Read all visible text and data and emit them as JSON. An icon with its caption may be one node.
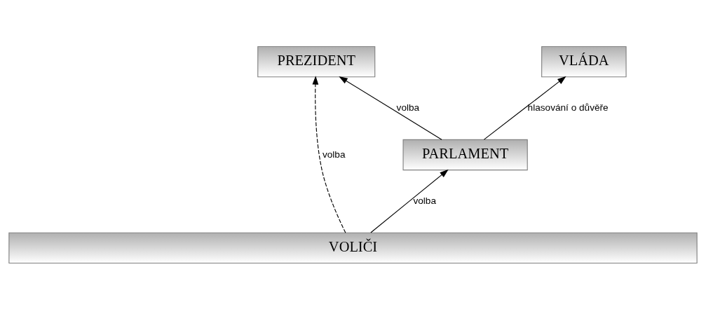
{
  "diagram": {
    "nodes": [
      {
        "text": [
          "PREZIDENT"
        ]
      },
      {
        "text": [
          "VLÁDA"
        ]
      },
      {
        "text": [
          "PARLAMENT"
        ]
      },
      {
        "text": [
          "VOLIČI"
        ]
      }
    ],
    "edges": [
      {
        "from": 3,
        "to": 0,
        "arrow": "to",
        "label": "volba",
        "style": "dashed"
      },
      {
        "from": 2,
        "to": 0,
        "arrow": "to",
        "label": "volba"
      },
      {
        "from": 2,
        "to": 1,
        "arrow": "to",
        "label": "hlasování o důvěře"
      },
      {
        "from": 3,
        "to": 2,
        "arrow": "to",
        "label": "volba"
      }
    ]
  }
}
